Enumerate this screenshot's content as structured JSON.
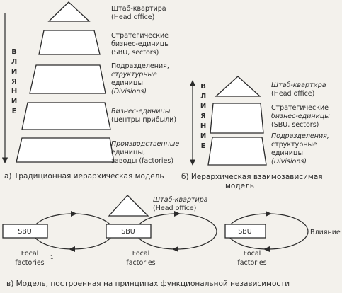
{
  "model_a": {
    "levels": [
      [
        "Штаб-квартира",
        "(Head office)"
      ],
      [
        "Стратегические",
        "бизнес-единицы",
        "(SBU, sectors)"
      ],
      [
        "Подразделения,",
        "структурные",
        "единицы",
        "(Divisions)"
      ],
      [
        "Бизнес-единицы",
        "(центры прибыли)"
      ],
      [
        "Производственные",
        "единицы,",
        "заводы (factories)"
      ]
    ],
    "influence_letters": [
      "В",
      "Л",
      "И",
      "Я",
      "Н",
      "И",
      "Е"
    ],
    "caption": "а) Традиционная иерархическая модель"
  },
  "model_b": {
    "levels": [
      [
        "Штаб-квартира",
        "(Head office)"
      ],
      [
        "Стратегические",
        "бизнес-единицы",
        "(SBU, sectors)"
      ],
      [
        "Подразделения,",
        "структурные",
        "единицы",
        "(Divisions)"
      ]
    ],
    "influence_letters": [
      "В",
      "Л",
      "И",
      "Я",
      "Н",
      "И",
      "Е"
    ],
    "caption": [
      "б) Иерархическая взаимозависимая",
      "модель"
    ]
  },
  "model_c": {
    "head": [
      "Штаб-квартира",
      "(Head office)"
    ],
    "sbu_label": "SBU",
    "focal": [
      "Focal",
      "factories"
    ],
    "footnote": "1",
    "influence": "Влияние",
    "caption": "в) Модель, построенная на принципах функциональной независимости"
  }
}
